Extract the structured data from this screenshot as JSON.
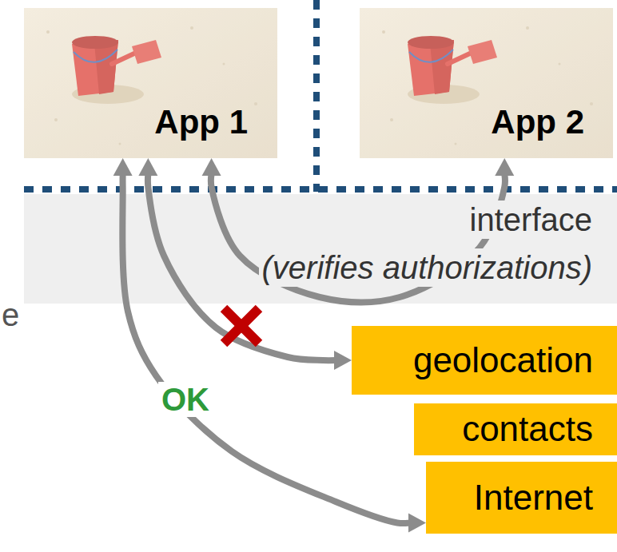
{
  "diagram": {
    "nodes": [
      {
        "text": [
          "App 1"
        ]
      },
      {
        "text": [
          "App 2"
        ]
      },
      {
        "text": [
          "interface",
          "(verifies authorizations)"
        ]
      },
      {
        "text": [
          "geolocation"
        ]
      },
      {
        "text": [
          "contacts"
        ]
      },
      {
        "text": [
          "Internet"
        ]
      }
    ],
    "edges": [
      {
        "from": 0,
        "to": 1,
        "arrow": "both"
      },
      {
        "from": 0,
        "to": 3,
        "arrow": "both"
      },
      {
        "from": 0,
        "to": 5,
        "arrow": "both",
        "label": "OK"
      }
    ],
    "labels": [
      "e"
    ]
  }
}
